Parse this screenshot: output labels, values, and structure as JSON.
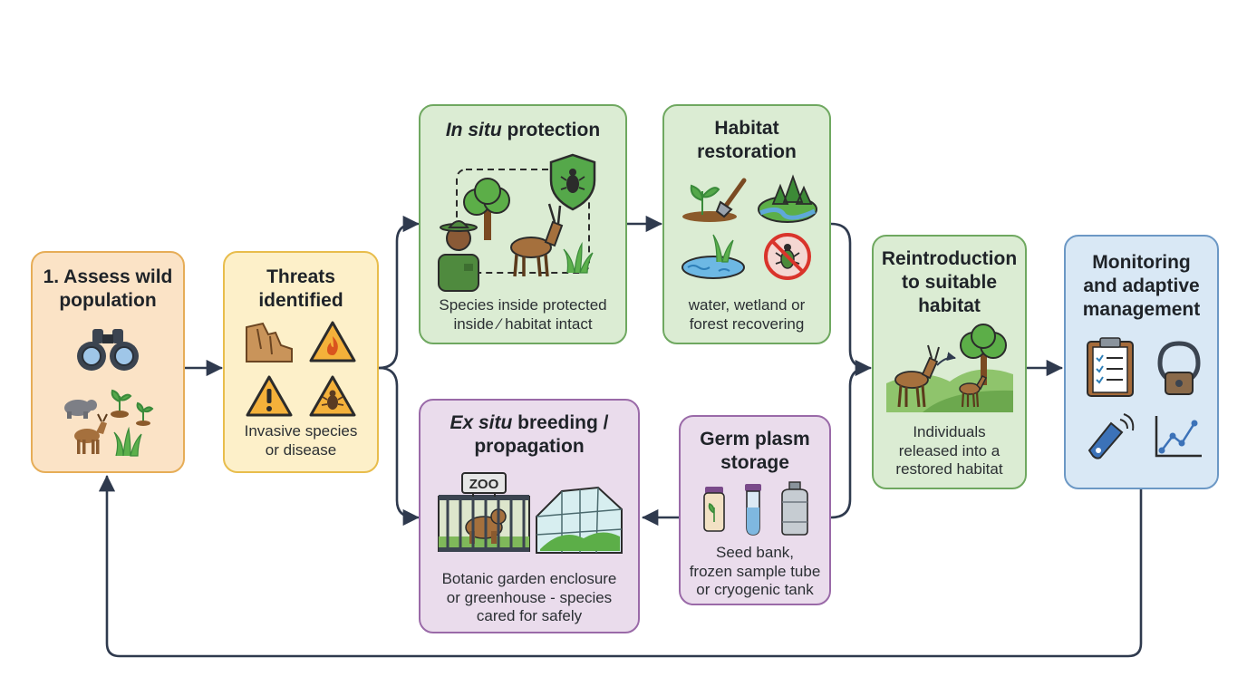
{
  "diagram": {
    "nodes": [
      {
        "id": "assess",
        "title": "1. Assess wild\npopulation",
        "description": "",
        "color": "#e6ad57",
        "icons": [
          "binoculars-icon",
          "bear-icon",
          "seedlings-icon",
          "deer-icon",
          "grass-icon"
        ]
      },
      {
        "id": "threats",
        "title": "Threats\nidentified",
        "description": "Invasive species\nor disease",
        "color": "#e8bd4c",
        "icons": [
          "eroded-cliff-icon",
          "fire-warning-icon",
          "alert-warning-icon",
          "pest-warning-icon"
        ]
      },
      {
        "id": "in-situ",
        "title_italic": "In situ",
        "title": " protection",
        "description": "Species inside protected\ninside ⁄ habitat intact",
        "color": "#6fa860",
        "icons": [
          "ranger-icon",
          "tree-icon",
          "antelope-icon",
          "grass-icon",
          "beetle-shield-icon"
        ]
      },
      {
        "id": "habitat-restoration",
        "title": "Habitat\nrestoration",
        "description": "water, wetland or\nforest recovering",
        "color": "#6fa860",
        "icons": [
          "sapling-shovel-icon",
          "forest-river-icon",
          "wetland-icon",
          "no-pest-icon"
        ]
      },
      {
        "id": "ex-situ",
        "title_italic": "Ex situ",
        "title": " breeding /\npropagation",
        "description": "Botanic garden enclosure\nor greenhouse - species\ncared for safely",
        "color": "#9a6aa8",
        "icons": [
          "zoo-enclosure-icon",
          "greenhouse-icon"
        ],
        "sign": "ZOO"
      },
      {
        "id": "germplasm",
        "title": "Germ plasm\nstorage",
        "description": "Seed bank,\nfrozen sample tube\nor cryogenic tank",
        "color": "#9a6aa8",
        "icons": [
          "seed-jar-icon",
          "sample-tube-icon",
          "cryogenic-tank-icon"
        ]
      },
      {
        "id": "reintroduction",
        "title": "Reintroduction\nto suitable\nhabitat",
        "description": "Individuals\nreleased into a\nrestored habitat",
        "color": "#6fa860",
        "icons": [
          "deer-release-icon"
        ]
      },
      {
        "id": "monitoring",
        "title": "Monitoring\nand adaptive\nmanagement",
        "description": "",
        "color": "#6c98c5",
        "icons": [
          "clipboard-icon",
          "tracking-collar-icon",
          "radio-tag-icon",
          "trend-chart-icon"
        ]
      }
    ],
    "edges": [
      {
        "from": "assess",
        "to": "threats"
      },
      {
        "from": "threats",
        "to": "in-situ"
      },
      {
        "from": "threats",
        "to": "ex-situ"
      },
      {
        "from": "in-situ",
        "to": "habitat-restoration"
      },
      {
        "from": "habitat-restoration",
        "to": "reintroduction"
      },
      {
        "from": "germplasm",
        "to": "ex-situ"
      },
      {
        "from": "germplasm",
        "to": "reintroduction"
      },
      {
        "from": "reintroduction",
        "to": "monitoring"
      },
      {
        "from": "monitoring",
        "to": "assess"
      }
    ],
    "connector_color": "#2f3a4e"
  }
}
